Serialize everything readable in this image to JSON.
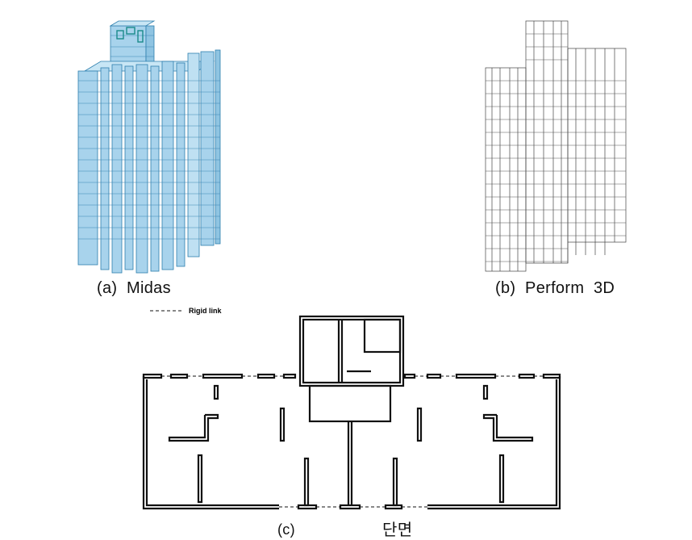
{
  "figure": {
    "panel_a": {
      "caption": "(a)  Midas"
    },
    "panel_b": {
      "caption": "(b)  Perform  3D"
    },
    "panel_c": {
      "caption_label": "(c)",
      "caption_text": "단면",
      "legend_label": "Rigid link"
    }
  },
  "colors": {
    "midas_fill": "#a8d3ec",
    "midas_edge": "#2e7fae",
    "wire": "#444444",
    "wall": "#111111"
  }
}
